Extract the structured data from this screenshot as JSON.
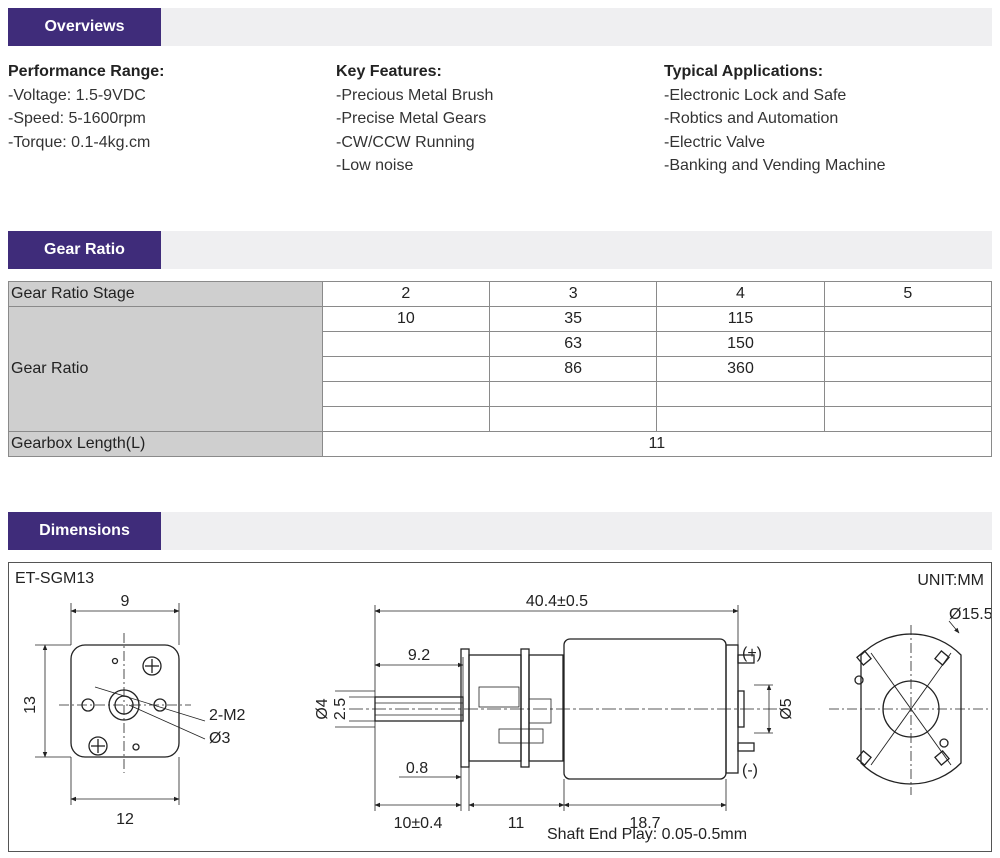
{
  "sections": {
    "overviews": "Overviews",
    "gear_ratio": "Gear Ratio",
    "dimensions": "Dimensions"
  },
  "overview": {
    "performance": {
      "heading": "Performance Range:",
      "items": [
        "-Voltage: 1.5-9VDC",
        "-Speed: 5-1600rpm",
        "-Torque: 0.1-4kg.cm"
      ]
    },
    "features": {
      "heading": "Key Features:",
      "items": [
        "-Precious Metal Brush",
        "-Precise Metal Gears",
        "-CW/CCW Running",
        "-Low noise"
      ]
    },
    "applications": {
      "heading": "Typical Applications:",
      "items": [
        "-Electronic Lock and Safe",
        "-Robtics and Automation",
        "-Electric Valve",
        "-Banking and Vending Machine"
      ]
    }
  },
  "gear_table": {
    "stage_label": "Gear Ratio Stage",
    "stages": [
      "2",
      "3",
      "4",
      "5"
    ],
    "ratio_label": "Gear Ratio",
    "rows": [
      [
        "10",
        "35",
        "115",
        ""
      ],
      [
        "",
        "63",
        "150",
        ""
      ],
      [
        "",
        "86",
        "360",
        ""
      ],
      [
        "",
        "",
        "",
        ""
      ],
      [
        "",
        "",
        "",
        ""
      ]
    ],
    "length_label": "Gearbox Length(L)",
    "length_value": "11"
  },
  "drawing": {
    "model": "ET-SGM13",
    "unit": "UNIT:MM",
    "front": {
      "width_top": "9",
      "height": "13",
      "width_bottom": "12",
      "holes": "2-M2",
      "shaft": "Ø3"
    },
    "side": {
      "overall": "40.4±0.5",
      "shaft_len": "9.2",
      "d_outer": "Ø4",
      "d_inner": "2.5",
      "collar": "0.8",
      "seg1": "10±0.4",
      "seg2": "11",
      "seg3": "18.7",
      "bushing": "Ø5",
      "plus": "(+)",
      "minus": "(-)"
    },
    "rear": {
      "diameter": "Ø15.5"
    },
    "note": "Shaft End Play: 0.05-0.5mm"
  }
}
